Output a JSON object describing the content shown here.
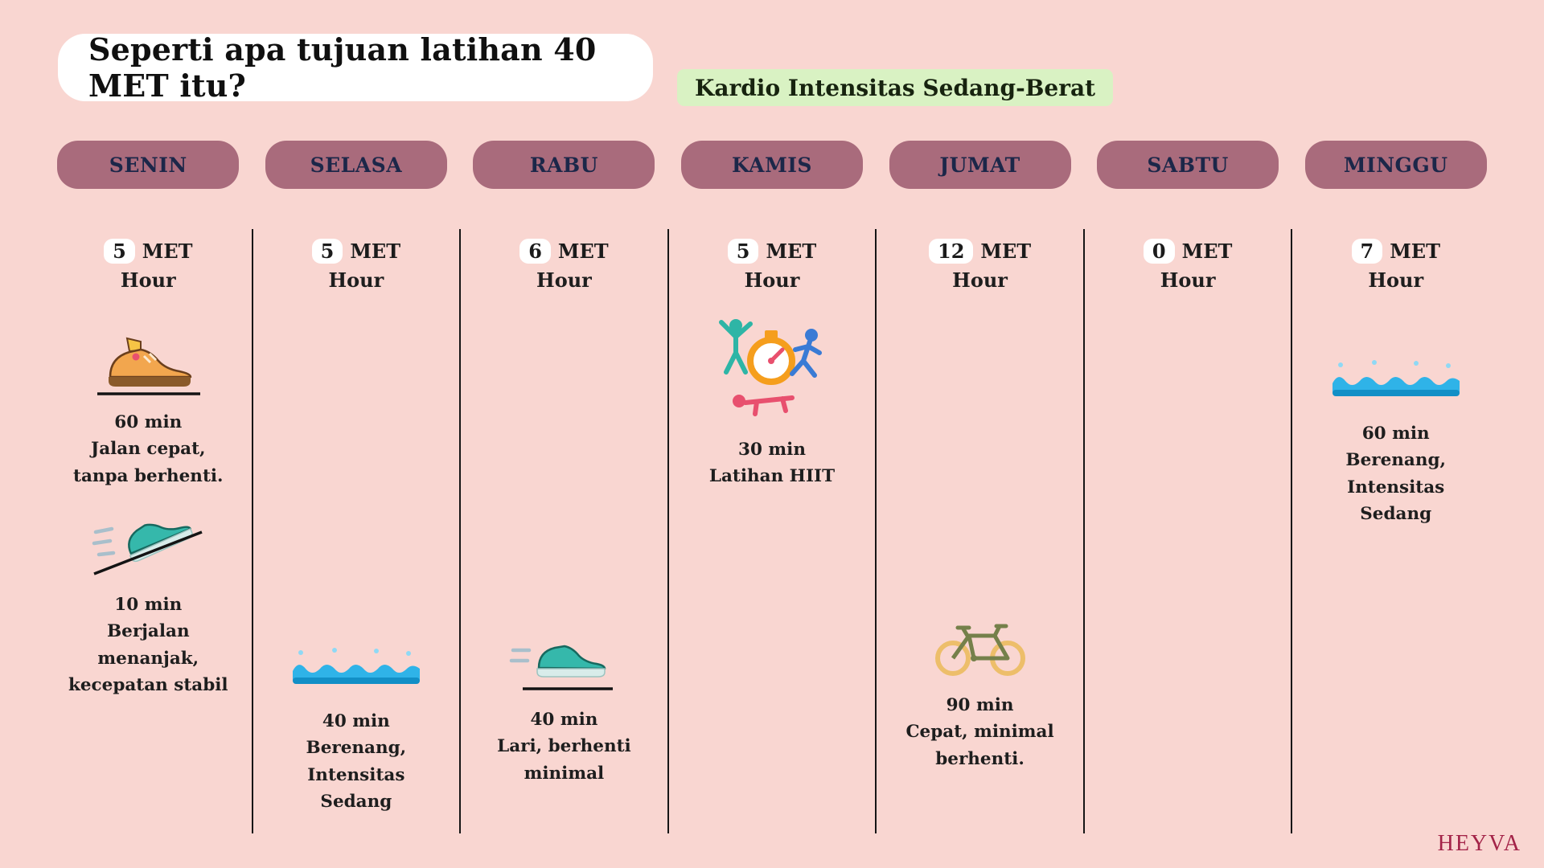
{
  "colors": {
    "background": "#F9D6D1",
    "title_pill_bg": "#FFFFFF",
    "badge_bg": "#D9F2C3",
    "day_pill_bg": "#A96B7C",
    "day_text_color": "#1C2749",
    "brand_color": "#A32348"
  },
  "header": {
    "title": "Seperti apa tujuan latihan 40 MET itu?",
    "badge": "Kardio Intensitas Sedang-Berat"
  },
  "met_labels": {
    "unit": "MET",
    "sub": "Hour"
  },
  "days": [
    {
      "name": "SENIN",
      "met": "5",
      "activities": [
        {
          "icon": "walking-shoe-icon",
          "duration": "60 min",
          "desc": "Jalan cepat,  tanpa berhenti."
        },
        {
          "icon": "incline-running-shoe-icon",
          "duration": "10 min",
          "desc": "Berjalan menanjak, kecepatan stabil"
        }
      ]
    },
    {
      "name": "SELASA",
      "met": "5",
      "activities": [
        {
          "icon": "waves-icon",
          "duration": "40 min",
          "desc": "Berenang, Intensitas Sedang"
        }
      ]
    },
    {
      "name": "RABU",
      "met": "6",
      "activities": [
        {
          "icon": "running-shoe-icon",
          "duration": "40 min",
          "desc": "Lari, berhenti minimal"
        }
      ]
    },
    {
      "name": "KAMIS",
      "met": "5",
      "activities": [
        {
          "icon": "hiit-icon",
          "duration": "30 min",
          "desc": "Latihan HIIT"
        }
      ]
    },
    {
      "name": "JUMAT",
      "met": "12",
      "activities": [
        {
          "icon": "bicycle-icon",
          "duration": "90 min",
          "desc": "Cepat, minimal berhenti."
        }
      ]
    },
    {
      "name": "SABTU",
      "met": "0",
      "activities": []
    },
    {
      "name": "MINGGU",
      "met": "7",
      "activities": [
        {
          "icon": "waves-icon",
          "duration": "60 min",
          "desc": "Berenang, Intensitas Sedang"
        }
      ]
    }
  ],
  "brand": "HEYVA"
}
